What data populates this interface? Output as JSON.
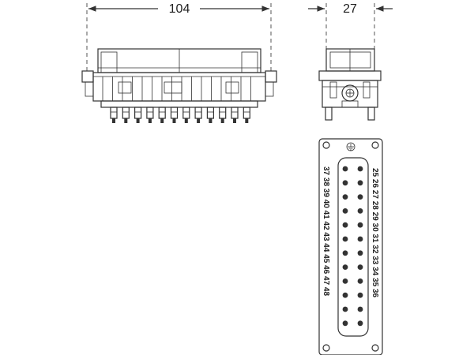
{
  "dimensions": {
    "width_front": "104",
    "width_side": "27"
  },
  "pins": {
    "left_column": [
      "37",
      "38",
      "39",
      "40",
      "41",
      "42",
      "43",
      "44",
      "45",
      "46",
      "47",
      "48"
    ],
    "right_column": [
      "25",
      "26",
      "27",
      "28",
      "29",
      "30",
      "31",
      "32",
      "33",
      "34",
      "35",
      "36"
    ]
  },
  "colors": {
    "line": "#333333",
    "background": "#ffffff"
  },
  "icons": {
    "ground": "ground-symbol-icon"
  }
}
